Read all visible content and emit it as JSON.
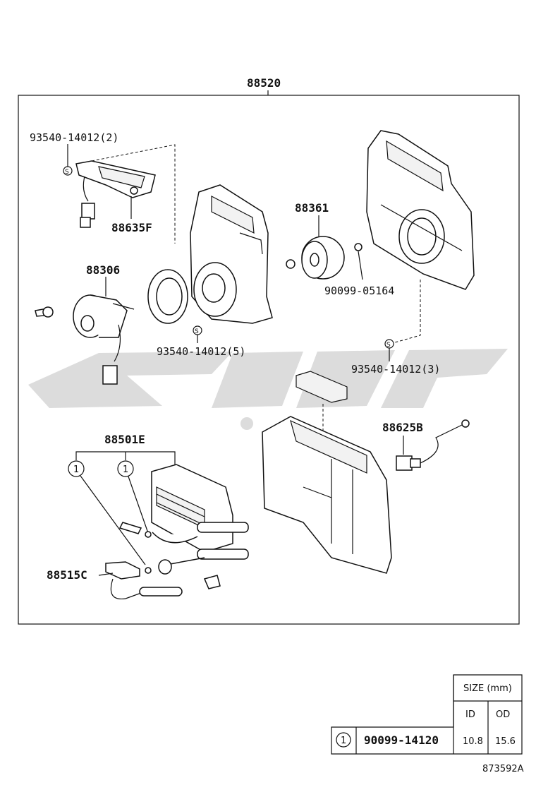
{
  "assembly_label": "88520",
  "callouts": {
    "screw_top_left": "93540-14012(2)",
    "resistor": "88635F",
    "pulley": "88361",
    "washer": "90099-05164",
    "motor": "88306",
    "screw_center": "93540-14012(5)",
    "screw_right": "93540-14012(3)",
    "evaporator": "88501E",
    "thermistor": "88625B",
    "expansion_valve": "88515C"
  },
  "ring_marker": "1",
  "screw_marker": "S",
  "size_table": {
    "header": "SIZE (mm)",
    "col_id": "ID",
    "col_od": "OD",
    "row": {
      "marker": "1",
      "part_no": "90099-14120",
      "id": "10.8",
      "od": "15.6"
    }
  },
  "figure_code": "873592A"
}
